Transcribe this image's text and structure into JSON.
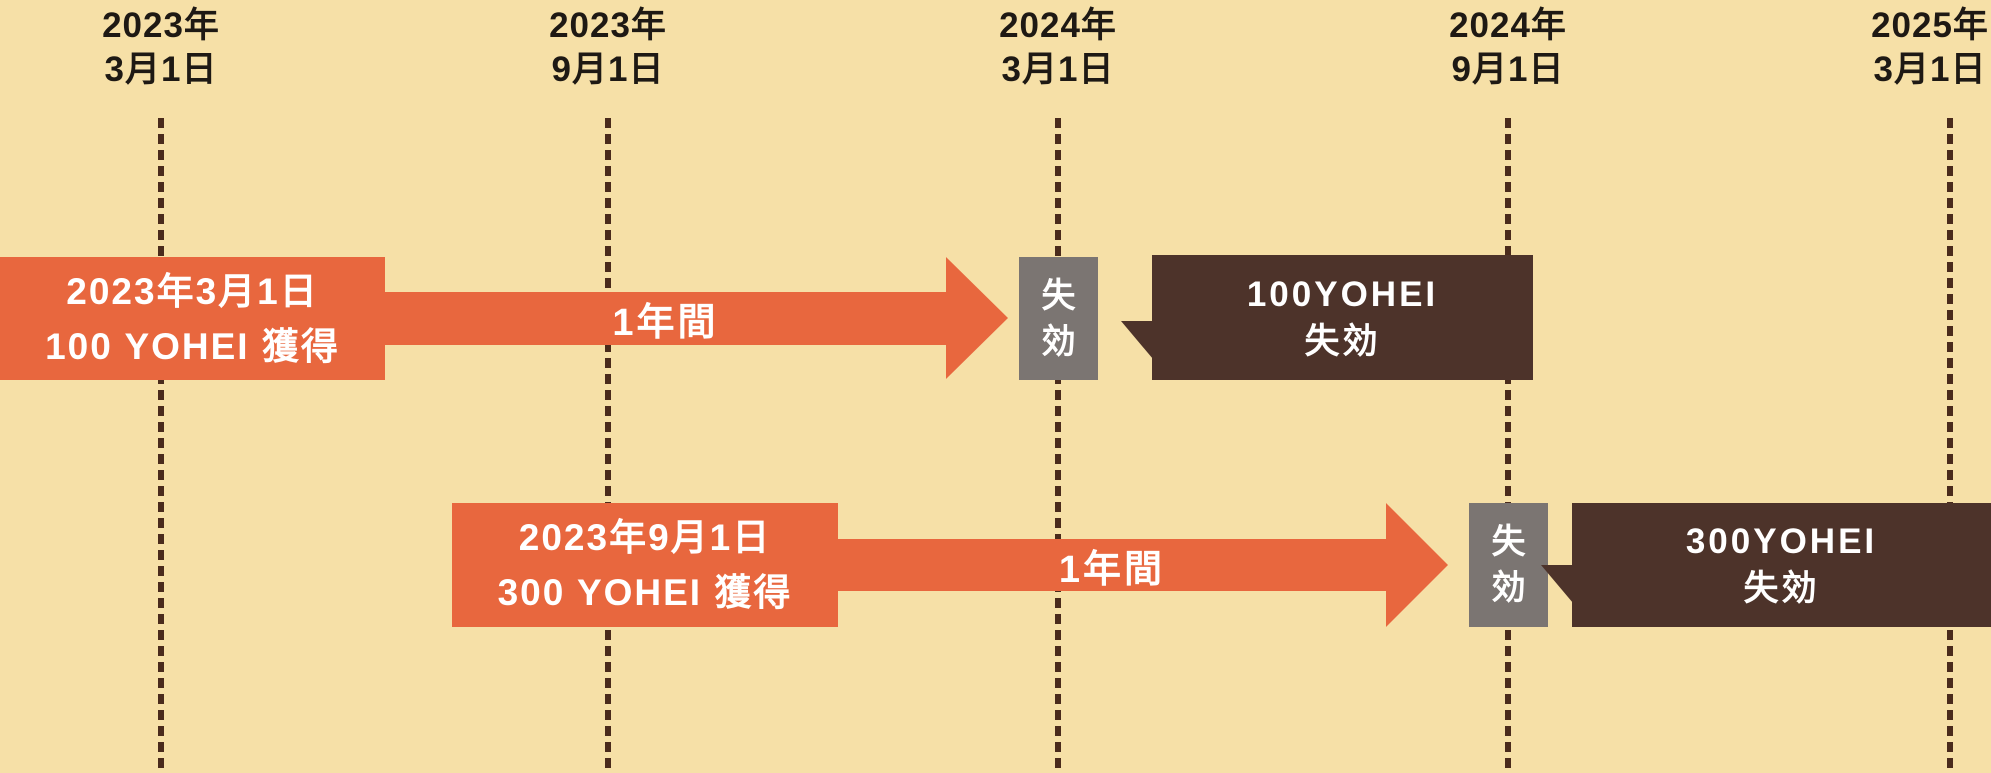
{
  "diagram": {
    "description": "YOHEI point grant and expiration timeline",
    "background_color": "#F6E0A7"
  },
  "colors": {
    "background": "#F6E0A7",
    "orange": "#E8673E",
    "brown": "#4D332A",
    "gray": "#7B7572",
    "dash": "#4A2B1C",
    "text_dark": "#1E1914",
    "text_light": "#FFFFFF"
  },
  "timeline_dates": [
    {
      "line1": "2023年",
      "line2": "3月1日"
    },
    {
      "line1": "2023年",
      "line2": "9月1日"
    },
    {
      "line1": "2024年",
      "line2": "3月1日"
    },
    {
      "line1": "2024年",
      "line2": "9月1日"
    },
    {
      "line1": "2025年",
      "line2": "3月1日"
    }
  ],
  "rows": [
    {
      "grant_line1": "2023年3月1日",
      "grant_line2": "100 YOHEI 獲得",
      "duration": "1年間",
      "expire_char1": "失",
      "expire_char2": "効",
      "bubble_line1": "100YOHEI",
      "bubble_line2": "失効"
    },
    {
      "grant_line1": "2023年9月1日",
      "grant_line2": "300 YOHEI 獲得",
      "duration": "1年間",
      "expire_char1": "失",
      "expire_char2": "効",
      "bubble_line1": "300YOHEI",
      "bubble_line2": "失効"
    }
  ]
}
